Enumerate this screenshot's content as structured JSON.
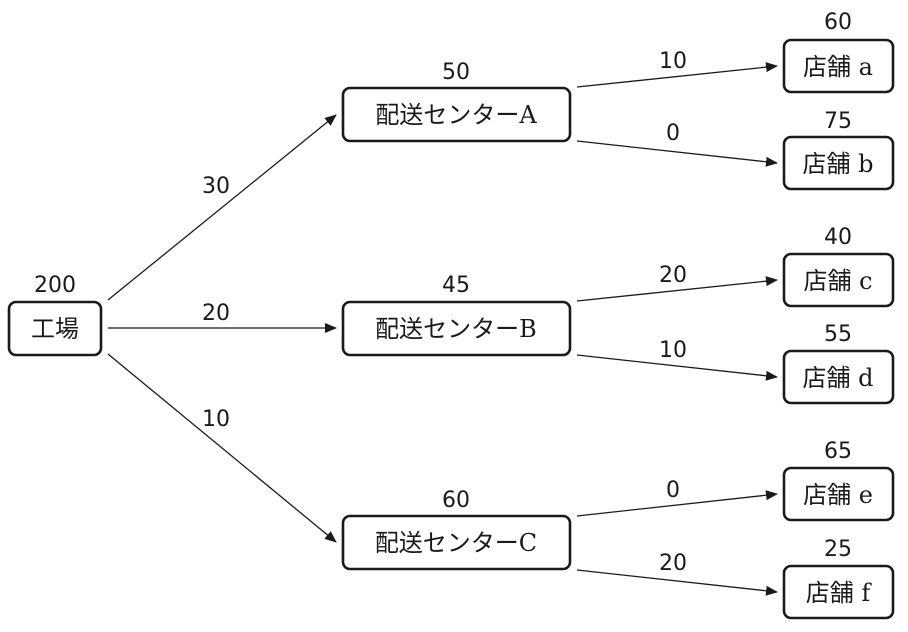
{
  "factory": {
    "label": "工場",
    "quantity": "200"
  },
  "centers": [
    {
      "label": "配送センターA",
      "quantity": "50"
    },
    {
      "label": "配送センターB",
      "quantity": "45"
    },
    {
      "label": "配送センターC",
      "quantity": "60"
    }
  ],
  "stores": [
    {
      "label": "店舗 a",
      "quantity": "60"
    },
    {
      "label": "店舗 b",
      "quantity": "75"
    },
    {
      "label": "店舗 c",
      "quantity": "40"
    },
    {
      "label": "店舗 d",
      "quantity": "55"
    },
    {
      "label": "店舗 e",
      "quantity": "65"
    },
    {
      "label": "店舗 f",
      "quantity": "25"
    }
  ],
  "factory_to_center_flows": [
    "30",
    "20",
    "10"
  ],
  "center_to_store_flows": [
    "10",
    "0",
    "20",
    "10",
    "0",
    "20"
  ]
}
